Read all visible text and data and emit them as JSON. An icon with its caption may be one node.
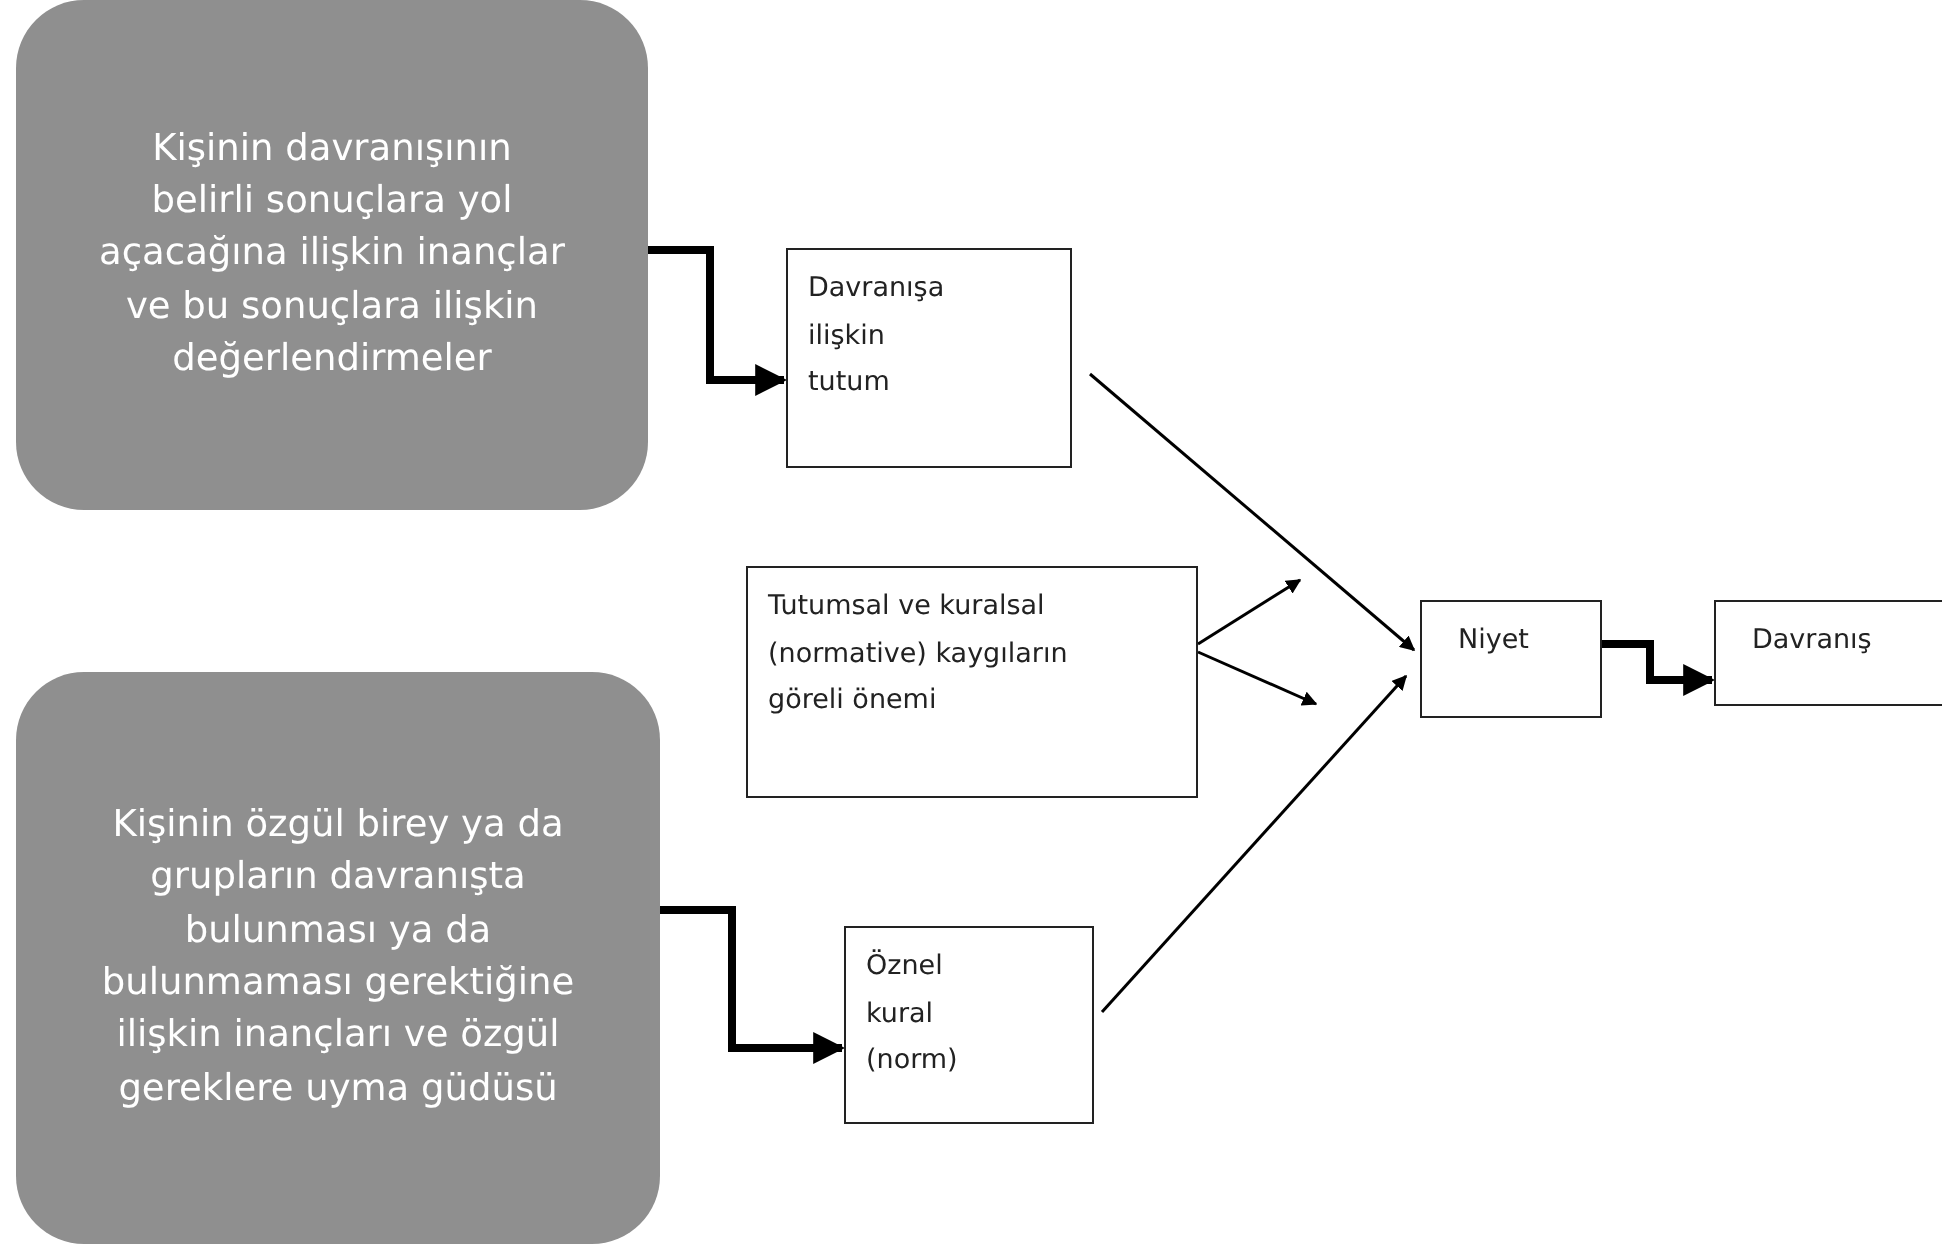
{
  "diagram": {
    "nodes": [
      {
        "text": [
          "Kişinin davranışının belirli sonuçlara yol açacağına ilişkin inançlar ve bu sonuçlara ilişkin değerlendirmeler"
        ]
      },
      {
        "text": [
          "Davranışa ilişkin tutum"
        ]
      },
      {
        "text": [
          "Tutumsal ve kuralsal (normative) kaygıların göreli önemi"
        ]
      },
      {
        "text": [
          "Niyet"
        ]
      },
      {
        "text": [
          "Davranış"
        ]
      },
      {
        "text": [
          "Kişinin özgül birey ya da grupların davranışta bulunması ya da bulunmaması gerektiğine ilişkin inançları ve özgül gereklere uyma güdüsü"
        ]
      },
      {
        "text": [
          "Öznel kural (norm)"
        ]
      }
    ],
    "edges": [
      {
        "from": 0,
        "to": 1,
        "arrow": "to",
        "style": "thick"
      },
      {
        "from": 5,
        "to": 6,
        "arrow": "to",
        "style": "thick"
      },
      {
        "from": 1,
        "to": 3,
        "arrow": "to"
      },
      {
        "from": 6,
        "to": 3,
        "arrow": "to"
      },
      {
        "from": 2,
        "to": null,
        "arrow": "to"
      },
      {
        "from": 2,
        "to": null,
        "arrow": "to"
      },
      {
        "from": 3,
        "to": 4,
        "arrow": "to",
        "style": "thick"
      }
    ]
  }
}
